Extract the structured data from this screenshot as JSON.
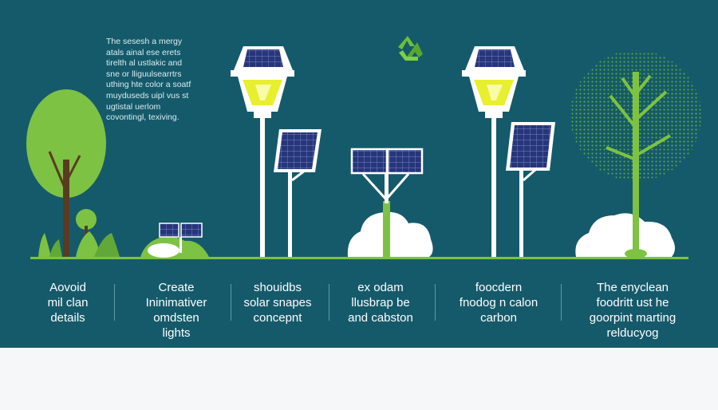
{
  "colors": {
    "panel": "#155a6b",
    "ground": "#7dc242",
    "leaf": "#7dc242",
    "trunk": "#5a3b22",
    "solar_panel": "#23306b",
    "lamp_glow": "#e8ef2f",
    "cloud": "#ffffff",
    "text": "#ffffff"
  },
  "intro_text": {
    "lines": [
      "The sesesh a mergy",
      "atals ainal ese erets",
      "tirelth al ustlakic and",
      "sne or lliguulsearrtrs",
      "uthing hte color a soatf",
      "muyduseds uipl vus st",
      "ugtistal uerlom",
      "covontingl, texiving."
    ]
  },
  "recycle_icon": "recycle-icon",
  "captions": [
    {
      "lines": [
        "Aovoid",
        "mil clan",
        "details"
      ]
    },
    {
      "lines": [
        "Create",
        "Ininimativer",
        "omdsten",
        "lights"
      ]
    },
    {
      "lines": [
        "shouidbs",
        "solar snapes",
        "concepnt"
      ]
    },
    {
      "lines": [
        "ex odam",
        "llusbrap be",
        "and cabston"
      ]
    },
    {
      "lines": [
        "foocdern",
        "fnodog n calon",
        "carbon"
      ]
    },
    {
      "lines": [
        "The enyclean",
        "foodritt ust he",
        "goorpint marting",
        "relducyog"
      ]
    }
  ]
}
